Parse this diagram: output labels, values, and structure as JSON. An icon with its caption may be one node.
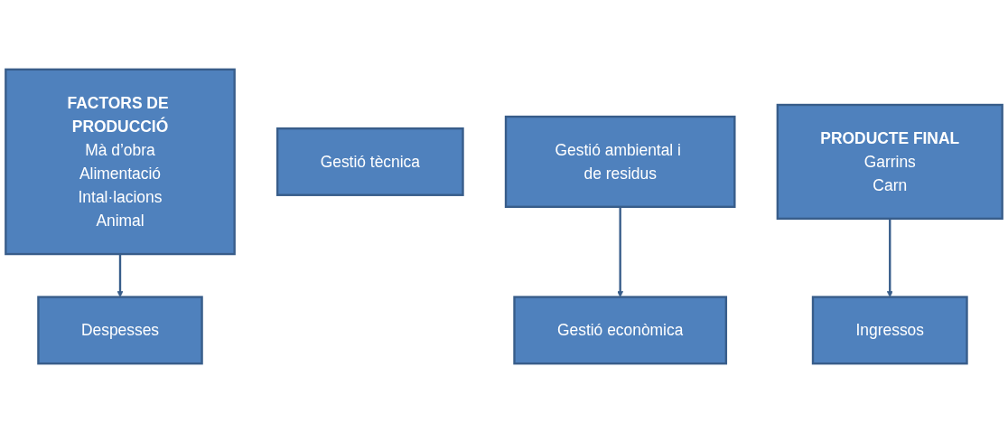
{
  "diagram": {
    "nodes": [
      {
        "text": [
          "FACTORS DE PRODUCCIÓ",
          "Mà d’obra",
          "Alimentació",
          "Intal·lacions",
          "Animal"
        ]
      },
      {
        "text": [
          "Gestió tècnica"
        ]
      },
      {
        "text": [
          "PRODUCTE FINAL",
          "Garrins",
          "Carn"
        ]
      },
      {
        "text": [
          "Gestió ambiental i de residus"
        ]
      },
      {
        "text": [
          "Despesses"
        ]
      },
      {
        "text": [
          "Gestió econòmica"
        ]
      },
      {
        "text": [
          "Ingressos"
        ]
      }
    ],
    "edges": [
      {
        "from": 0,
        "to": 4,
        "arrow": "to"
      },
      {
        "from": 3,
        "to": 5,
        "arrow": "to"
      },
      {
        "from": 2,
        "to": 6,
        "arrow": "to"
      }
    ]
  }
}
